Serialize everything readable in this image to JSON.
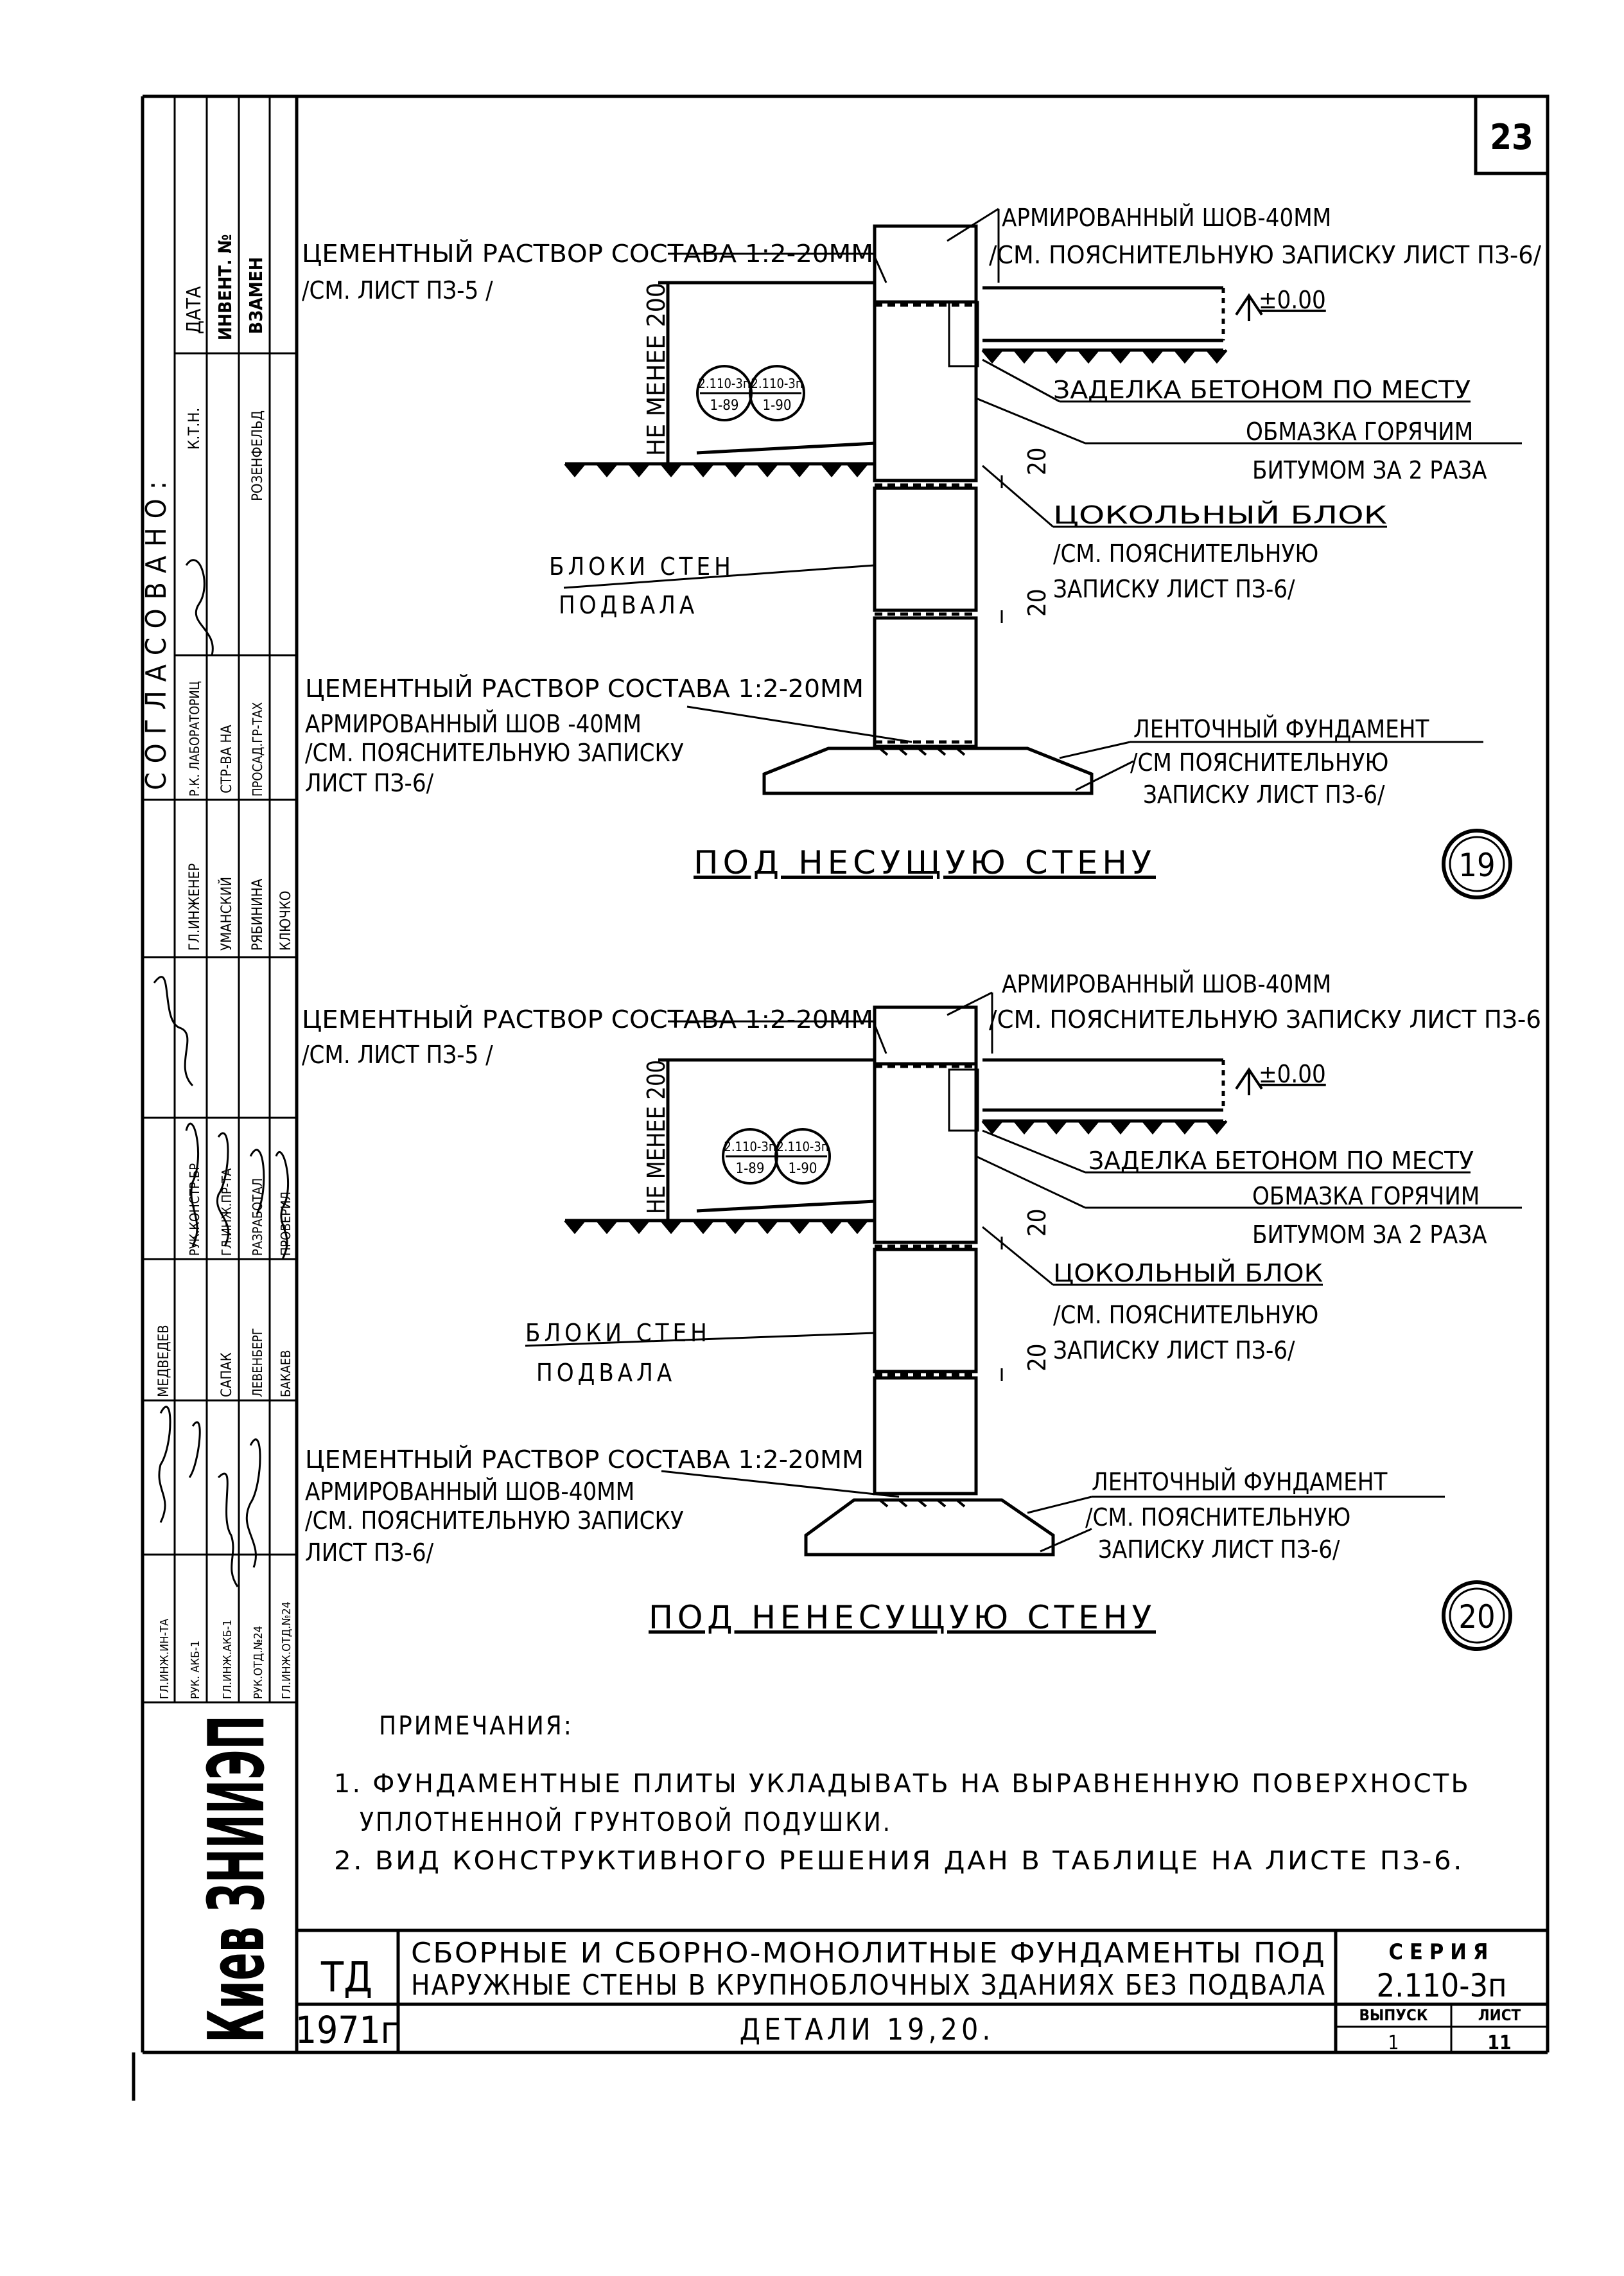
{
  "sheet": {
    "page_number": "23",
    "stamp_vertical": "Киев ЗНИИЭП",
    "side_table": {
      "approval": "СОГЛАСОВАНО:",
      "data_header": "ДАТА",
      "invent_header": "ИНВЕНТ. №",
      "vzamen_header": "ВЗАМЕН",
      "ktn": "К.Т.Н.",
      "rozenfeld": "РОЗЕНФЕЛЬД",
      "lab_head": "Р.К. ЛАБОРАТОРИЦ",
      "str_ba": "СТР-ВА НА",
      "prosad": "ПРОСАД.ГР-ТАХ",
      "gl_inzh": "ГЛ.ИНЖЕНЕР",
      "umanskiy": "УМАНСКИЙ",
      "ryabinina": "РЯБИНИНА",
      "klyuchko": "КЛЮЧКО",
      "ruk_konstr": "РУК.КОНСТР.БР",
      "gl_inzh_pr": "ГЛ.ИНЖ.ПР-ТА",
      "razrabotal": "РАЗРАБОТАЛ",
      "proveril": "ПРОВЕРИЛ",
      "medvedev": "МЕДВЕДЕВ",
      "sapak": "САПАК",
      "levenberg": "ЛЕВЕНБЕРГ",
      "bakaev": "БАКАЕВ",
      "gl_inzh_in_ta": "ГЛ.ИНЖ.ИН-ТА",
      "ruk_akb1": "РУК. АКБ-1",
      "gl_inzh_akb1": "ГЛ.ИНЖ.АКБ-1",
      "ruk_otd": "РУК.ОТД.№24",
      "gl_inzh_otd": "ГЛ.ИНЖ.ОТД.№24"
    }
  },
  "detail19": {
    "label_mortar": "ЦЕМЕНТНЫЙ РАСТВОР СОСТАВА 1:2-20ММ",
    "label_mortar_ref": "/СМ. ЛИСТ ПЗ-5 /",
    "label_seam": "АРМИРОВАННЫЙ ШОВ-40ММ",
    "label_seam_ref": "/СМ. ПОЯСНИТЕЛЬНУЮ ЗАПИСКУ ЛИСТ ПЗ-6/",
    "level": "±0.00",
    "min_height": "НЕ МЕНЕЕ 200",
    "ref_a_top": "2.110-3п",
    "ref_a_bot": "1-89",
    "ref_b_top": "2.110-3п",
    "ref_b_bot": "1-90",
    "concrete": "ЗАДЕЛКА БЕТОНОМ ПО МЕСТУ",
    "bitumen1": "ОБМАЗКА ГОРЯЧИМ",
    "bitumen2": "БИТУМОМ ЗА 2 РАЗА",
    "dim20": "20",
    "plinth": "ЦОКОЛЬНЫЙ БЛОК",
    "plinth_ref1": "/СМ. ПОЯСНИТЕЛЬНУЮ",
    "plinth_ref2": "ЗАПИСКУ ЛИСТ ПЗ-6/",
    "walls1": "БЛОКИ СТЕН",
    "walls2": "ПОДВАЛА",
    "mortar2": "ЦЕМЕНТНЫЙ РАСТВОР СОСТАВА 1:2-20ММ",
    "seam2": "АРМИРОВАННЫЙ ШОВ -40ММ",
    "seam2_ref1": "/СМ. ПОЯСНИТЕЛЬНУЮ ЗАПИСКУ",
    "seam2_ref2": "ЛИСТ ПЗ-6/",
    "strip1": "ЛЕНТОЧНЫЙ ФУНДАМЕНТ",
    "strip2": "/СМ ПОЯСНИТЕЛЬНУЮ",
    "strip3": "ЗАПИСКУ ЛИСТ ПЗ-6/",
    "title": "ПОД НЕСУЩУЮ СТЕНУ",
    "number": "19"
  },
  "detail20": {
    "label_mortar": "ЦЕМЕНТНЫЙ РАСТВОР СОСТАВА 1:2-20ММ",
    "label_mortar_ref": "/СМ. ЛИСТ ПЗ-5 /",
    "label_seam": "АРМИРОВАННЫЙ ШОВ-40ММ",
    "label_seam_ref": "/СМ. ПОЯСНИТЕЛЬНУЮ ЗАПИСКУ ЛИСТ ПЗ-6",
    "level": "±0.00",
    "min_height": "НЕ МЕНЕЕ 200",
    "ref_a_top": "2.110-3п",
    "ref_a_bot": "1-89",
    "ref_b_top": "2.110-3п",
    "ref_b_bot": "1-90",
    "concrete": "ЗАДЕЛКА БЕТОНОМ ПО МЕСТУ",
    "bitumen1": "ОБМАЗКА ГОРЯЧИМ",
    "bitumen2": "БИТУМОМ ЗА 2 РАЗА",
    "dim20": "20",
    "plinth": "ЦОКОЛЬНЫЙ БЛОК",
    "plinth_ref1": "/СМ. ПОЯСНИТЕЛЬНУЮ",
    "plinth_ref2": "ЗАПИСКУ ЛИСТ ПЗ-6/",
    "walls1": "БЛОКИ СТЕН",
    "walls2": "ПОДВАЛА",
    "mortar2": "ЦЕМЕНТНЫЙ РАСТВОР СОСТАВА 1:2-20ММ",
    "seam2": "АРМИРОВАННЫЙ ШОВ-40ММ",
    "seam2_ref1": "/СМ. ПОЯСНИТЕЛЬНУЮ ЗАПИСКУ",
    "seam2_ref2": "ЛИСТ ПЗ-6/",
    "strip1": "ЛЕНТОЧНЫЙ ФУНДАМЕНТ",
    "strip2": "/СМ. ПОЯСНИТЕЛЬНУЮ",
    "strip3": "ЗАПИСКУ ЛИСТ ПЗ-6/",
    "title": "ПОД НЕНЕСУЩУЮ СТЕНУ",
    "number": "20"
  },
  "notes": {
    "header": "ПРИМЕЧАНИЯ:",
    "n1a": "1. ФУНДАМЕНТНЫЕ ПЛИТЫ УКЛАДЫВАТЬ НА ВЫРАВНЕННУЮ ПОВЕРХНОСТЬ",
    "n1b": "УПЛОТНЕННОЙ ГРУНТОВОЙ ПОДУШКИ.",
    "n2": "2. ВИД КОНСТРУКТИВНОГО РЕШЕНИЯ ДАН В ТАБЛИЦЕ НА ЛИСТЕ ПЗ-6."
  },
  "titleblock": {
    "td": "ТД",
    "year": "1971г",
    "title1": "СБОРНЫЕ И СБОРНО-МОНОЛИТНЫЕ ФУНДАМЕНТЫ ПОД",
    "title2": "НАРУЖНЫЕ СТЕНЫ В КРУПНОБЛОЧНЫХ ЗДАНИЯХ БЕЗ ПОДВАЛА",
    "title3": "ДЕТАЛИ 19,20.",
    "series_label": "СЕРИЯ",
    "series": "2.110-3п",
    "vypusk_label": "ВЫПУСК",
    "vypusk": "1",
    "list_label": "ЛИСТ",
    "list": "11"
  }
}
